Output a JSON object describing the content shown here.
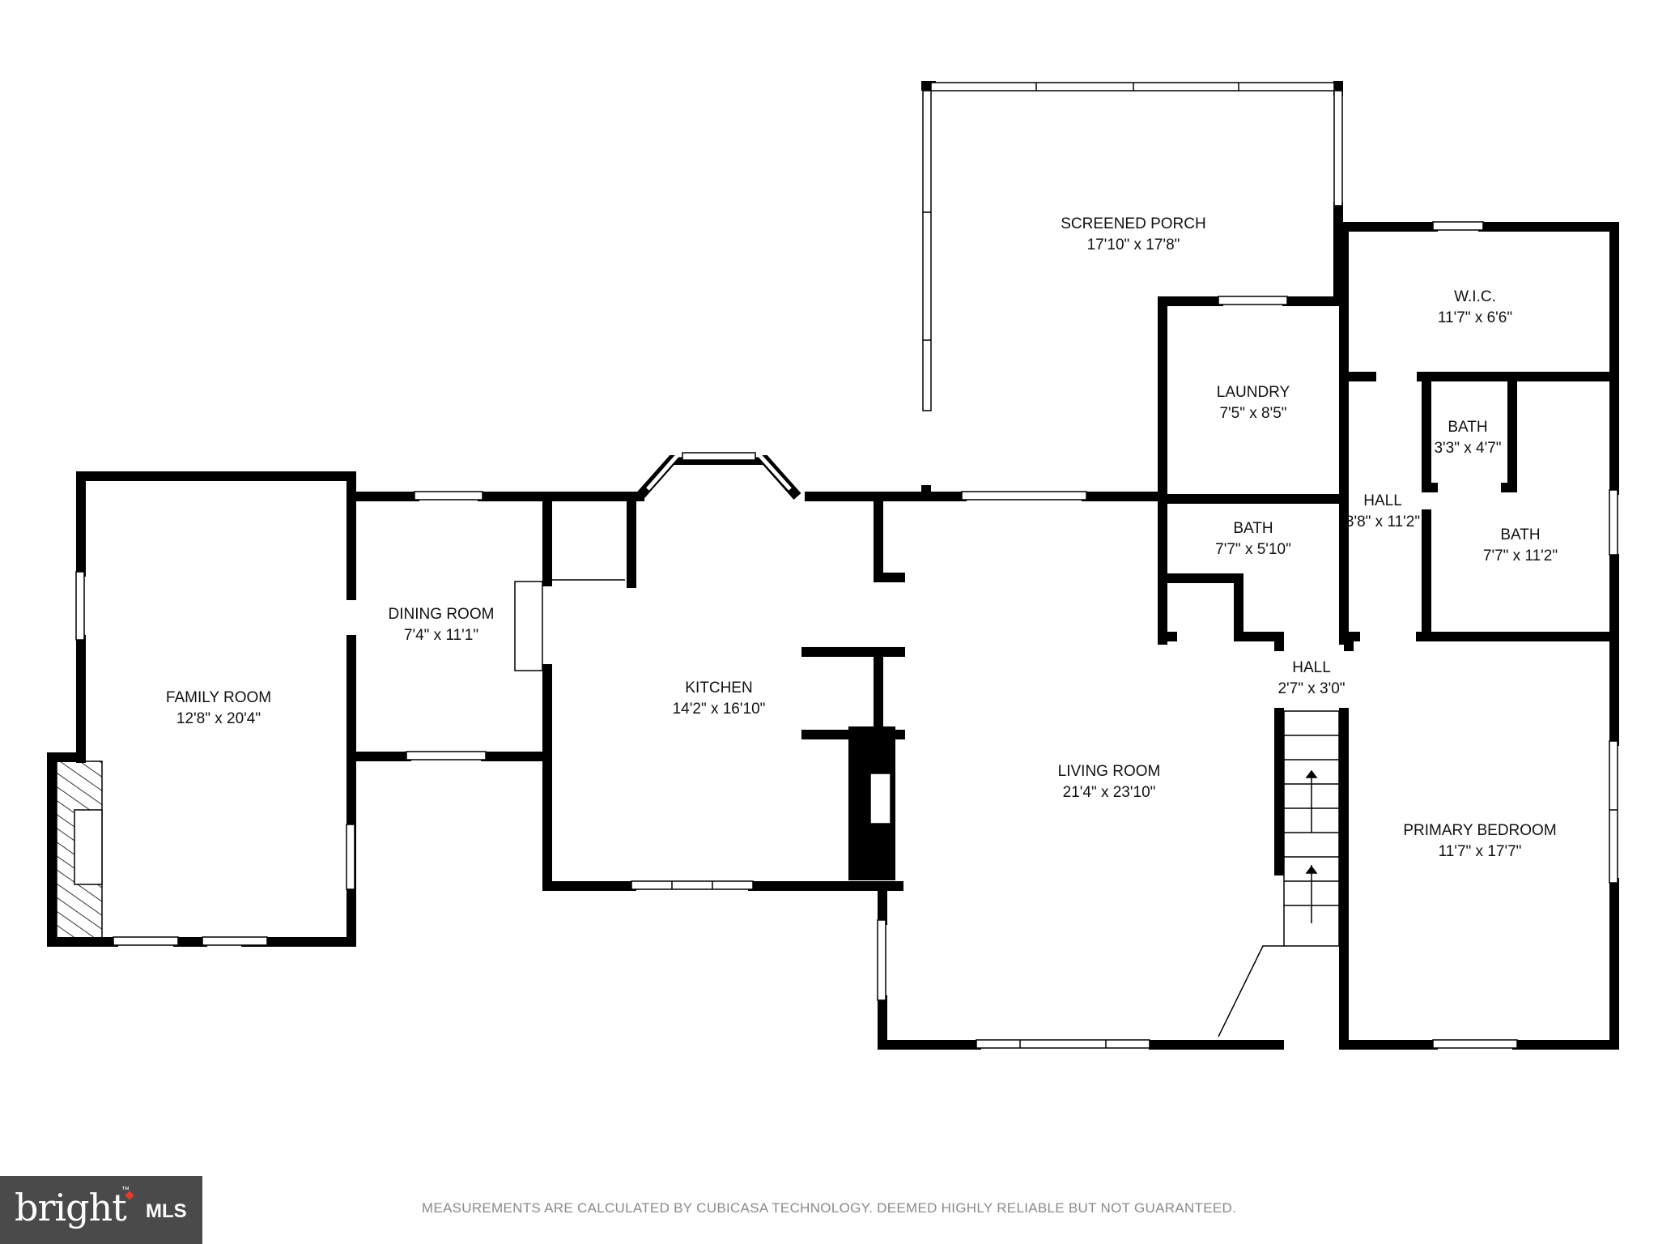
{
  "rooms": {
    "screened_porch": {
      "name": "SCREENED PORCH",
      "dims": "17'10\" x 17'8\""
    },
    "wic": {
      "name": "W.I.C.",
      "dims": "11'7\" x 6'6\""
    },
    "laundry": {
      "name": "LAUNDRY",
      "dims": "7'5\" x 8'5\""
    },
    "bath_small": {
      "name": "BATH",
      "dims": "3'3\" x 4'7\""
    },
    "hall_upper": {
      "name": "HALL",
      "dims": "3'8\" x 11'2\""
    },
    "bath_left": {
      "name": "BATH",
      "dims": "7'7\" x 5'10\""
    },
    "bath_right": {
      "name": "BATH",
      "dims": "7'7\" x 11'2\""
    },
    "hall_small": {
      "name": "HALL",
      "dims": "2'7\" x 3'0\""
    },
    "family_room": {
      "name": "FAMILY ROOM",
      "dims": "12'8\" x 20'4\""
    },
    "dining_room": {
      "name": "DINING ROOM",
      "dims": "7'4\" x 11'1\""
    },
    "kitchen": {
      "name": "KITCHEN",
      "dims": "14'2\" x 16'10\""
    },
    "living_room": {
      "name": "LIVING ROOM",
      "dims": "21'4\" x 23'10\""
    },
    "primary_bedroom": {
      "name": "PRIMARY BEDROOM",
      "dims": "11'7\" x 17'7\""
    }
  },
  "footer": {
    "disclaimer": "MEASUREMENTS ARE CALCULATED BY CUBICASA TECHNOLOGY. DEEMED HIGHLY RELIABLE BUT NOT GUARANTEED."
  },
  "logo": {
    "brand": "bright",
    "mls": "MLS",
    "tm": "™"
  },
  "colors": {
    "wall": "#000000",
    "background": "#ffffff",
    "logo_bg": "#4a4a4a",
    "logo_accent": "#e53b2c"
  }
}
